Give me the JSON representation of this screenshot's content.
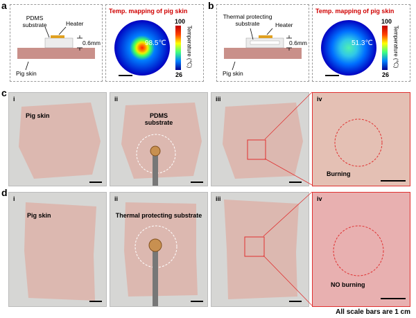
{
  "panel_a": {
    "label": "a",
    "substrate_label": "PDMS substrate",
    "heater_label": "Heater",
    "thickness_label": "0.6mm",
    "skin_label": "Pig skin",
    "map_title": "Temp. mapping of pig skin",
    "temperature": "98.5℃",
    "cbar_max": "100",
    "cbar_min": "26",
    "cbar_label": "Temperature (℃)"
  },
  "panel_b": {
    "label": "b",
    "substrate_label": "Thermal protecting substrate",
    "heater_label": "Heater",
    "thickness_label": "0.6mm",
    "skin_label": "Pig skin",
    "map_title": "Temp. mapping of pig skin",
    "temperature": "51.3℃",
    "cbar_max": "100",
    "cbar_min": "26",
    "cbar_label": "Temperature (℃)"
  },
  "panel_c": {
    "label": "c",
    "subpanels": [
      "i",
      "ii",
      "iii",
      "iv"
    ],
    "skin_label": "Pig skin",
    "substrate_label": "PDMS substrate",
    "result_label": "Burning"
  },
  "panel_d": {
    "label": "d",
    "subpanels": [
      "i",
      "ii",
      "iii",
      "iv"
    ],
    "skin_label": "Pig skin",
    "substrate_label": "Thermal protecting substrate",
    "result_label": "NO burning"
  },
  "footer": "All scale bars are 1 cm",
  "colors": {
    "title_red": "#d00000",
    "heater": "#e0a020",
    "skin_layer": "#c9908a",
    "skin_photo": "#dcb8b0",
    "zoom_box": "#e03030"
  }
}
